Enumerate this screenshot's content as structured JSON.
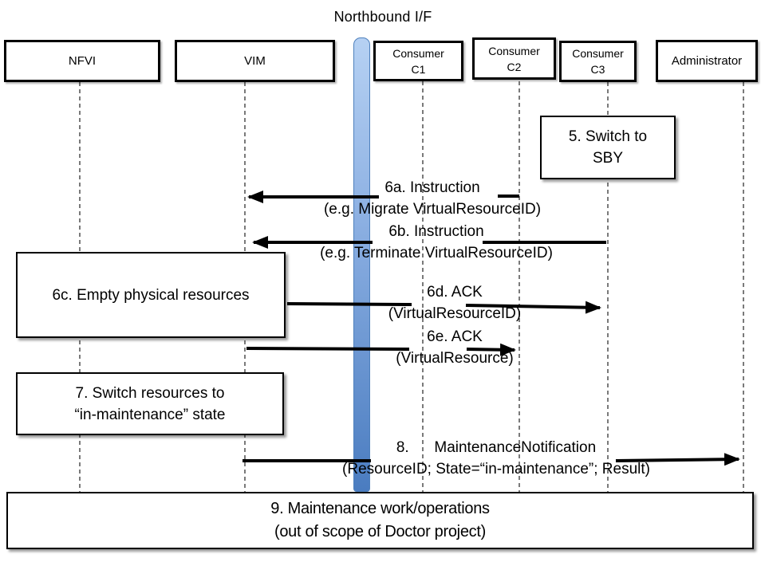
{
  "title": "Northbound I/F",
  "actors": {
    "nfvi": {
      "label": "NFVI"
    },
    "vim": {
      "label": "VIM"
    },
    "c1": {
      "line1": "Consumer",
      "line2": "C1"
    },
    "c2": {
      "line1": "Consumer",
      "line2": "C2"
    },
    "c3": {
      "line1": "Consumer",
      "line2": "C3"
    },
    "admin": {
      "label": "Administrator"
    }
  },
  "notes": {
    "n5": {
      "line1": "5. Switch to",
      "line2": "SBY"
    },
    "n6c": {
      "line1": "6c. Empty physical resources"
    },
    "n7": {
      "line1": "7. Switch resources to",
      "line2": "“in-maintenance” state"
    },
    "n9": {
      "line1": "9. Maintenance work/operations",
      "line2": "(out of scope of Doctor project)"
    }
  },
  "messages": {
    "m6a": {
      "line1": "6a. Instruction",
      "line2": "(e.g. Migrate VirtualResourceID)"
    },
    "m6b": {
      "line1": "6b. Instruction",
      "line2": "(e.g. Terminate VirtualResourceID)"
    },
    "m6d": {
      "line1": "6d. ACK",
      "line2": "(VirtualResourceID)"
    },
    "m6e": {
      "line1": "6e. ACK",
      "line2": "(VirtualResource)"
    },
    "m8": {
      "line1": "8.      MaintenanceNotification",
      "line2": "(ResourceID; State=“in-maintenance”; Result)"
    }
  },
  "colors": {
    "arrow": "#000000",
    "lifeline": "#595959",
    "bar_border": "#4f81bd",
    "bar_fill_top": "#b6d1f3",
    "bar_fill_bottom": "#4a7cc0",
    "box_border": "#000000",
    "background": "#ffffff"
  }
}
